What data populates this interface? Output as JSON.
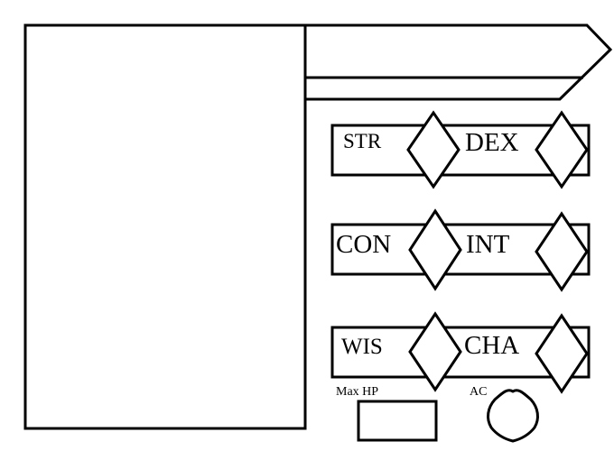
{
  "stats": {
    "str_label": "STR",
    "dex_label": "DEX",
    "con_label": "CON",
    "int_label": "INT",
    "wis_label": "WIS",
    "cha_label": "CHA"
  },
  "fields": {
    "max_hp_label": "Max HP",
    "ac_label": "AC"
  },
  "colors": {
    "stroke": "#000000",
    "background": "#ffffff"
  }
}
